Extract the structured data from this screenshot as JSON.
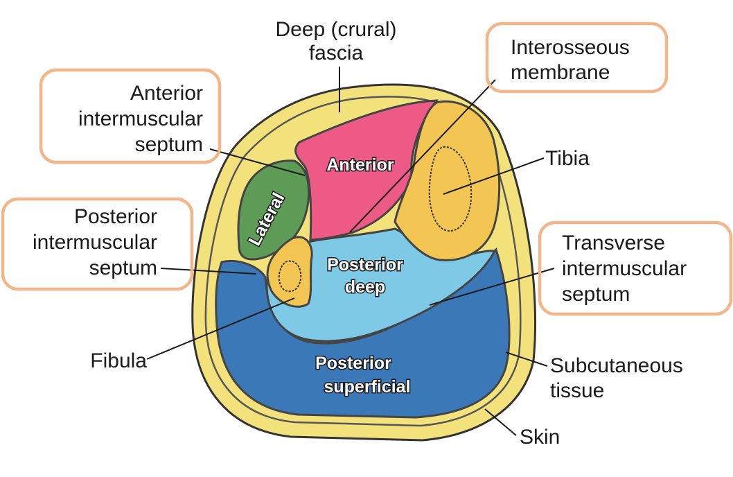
{
  "labels": {
    "deep_fascia": [
      "Deep (crural)",
      "fascia"
    ],
    "interosseous": [
      "Interosseous",
      "membrane"
    ],
    "anterior_septum": [
      "Anterior",
      "intermuscular",
      "septum"
    ],
    "tibia": "Tibia",
    "posterior_septum": [
      "Posterior",
      "intermuscular",
      "septum"
    ],
    "transverse_septum": [
      "Transverse",
      "intermuscular",
      "septum"
    ],
    "fibula": "Fibula",
    "subcutaneous": [
      "Subcutaneous",
      "tissue"
    ],
    "skin": "Skin"
  },
  "compartments": {
    "anterior": "Anterior",
    "lateral": "Lateral",
    "posterior_deep": [
      "Posterior",
      "deep"
    ],
    "posterior_superficial": [
      "Posterior",
      "superficial"
    ]
  },
  "colors": {
    "highlight_box": "#f2b68a",
    "subcutaneous": "#f3e27c",
    "anterior": "#ee5a86",
    "lateral": "#5d9b57",
    "posterior_deep": "#7ec9e6",
    "posterior_superficial": "#3a78b8",
    "bone": "#f3c653",
    "outline": "#333333"
  }
}
